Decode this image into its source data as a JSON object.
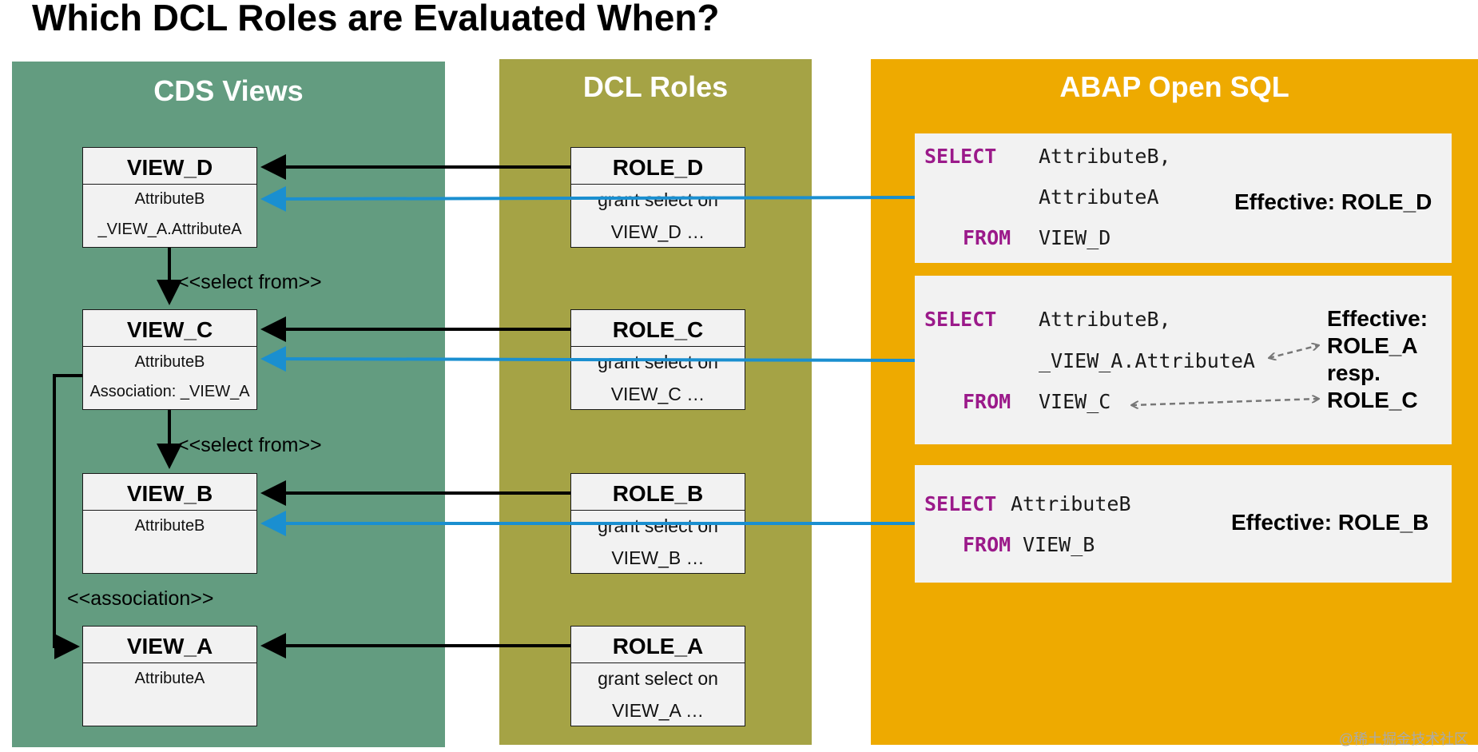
{
  "title": "Which DCL Roles are Evaluated When?",
  "panels": {
    "cds": "CDS Views",
    "dcl": "DCL Roles",
    "abap": "ABAP Open SQL"
  },
  "views": [
    {
      "name": "VIEW_D",
      "lines": [
        "AttributeB",
        "_VIEW_A.AttributeA"
      ]
    },
    {
      "name": "VIEW_C",
      "lines": [
        "AttributeB",
        "Association: _VIEW_A"
      ]
    },
    {
      "name": "VIEW_B",
      "lines": [
        "AttributeB"
      ]
    },
    {
      "name": "VIEW_A",
      "lines": [
        "AttributeA"
      ]
    }
  ],
  "roles": [
    {
      "name": "ROLE_D",
      "lines": [
        "grant select on",
        "VIEW_D …"
      ]
    },
    {
      "name": "ROLE_C",
      "lines": [
        "grant select on",
        "VIEW_C …"
      ]
    },
    {
      "name": "ROLE_B",
      "lines": [
        "grant select on",
        "VIEW_B …"
      ]
    },
    {
      "name": "ROLE_A",
      "lines": [
        "grant select on",
        "VIEW_A …"
      ]
    }
  ],
  "connectors": {
    "select_from_1": "<<select from>>",
    "select_from_2": "<<select from>>",
    "association": "<<association>>"
  },
  "sql": [
    {
      "keyword_select": "SELECT",
      "keyword_from": "FROM",
      "fields": [
        "AttributeB,",
        "AttributeA"
      ],
      "from_view": "VIEW_D",
      "effective": "Effective: ROLE_D"
    },
    {
      "keyword_select": "SELECT",
      "keyword_from": "FROM",
      "fields": [
        "AttributeB,",
        "_VIEW_A.AttributeA"
      ],
      "from_view": "VIEW_C",
      "effective_lines": [
        "Effective:",
        "ROLE_A",
        "resp.",
        "ROLE_C"
      ]
    },
    {
      "keyword_select": "SELECT",
      "keyword_from": "FROM",
      "fields": [
        "AttributeB"
      ],
      "from_view": "VIEW_B",
      "effective": "Effective: ROLE_B"
    }
  ],
  "watermark": "@稀土掘金技术社区",
  "colors": {
    "cds_panel": "#639c80",
    "dcl_panel": "#a5a345",
    "abap_panel": "#eeaa00",
    "blue_arrow": "#1a8fd0",
    "keyword": "#9b1a8a"
  }
}
